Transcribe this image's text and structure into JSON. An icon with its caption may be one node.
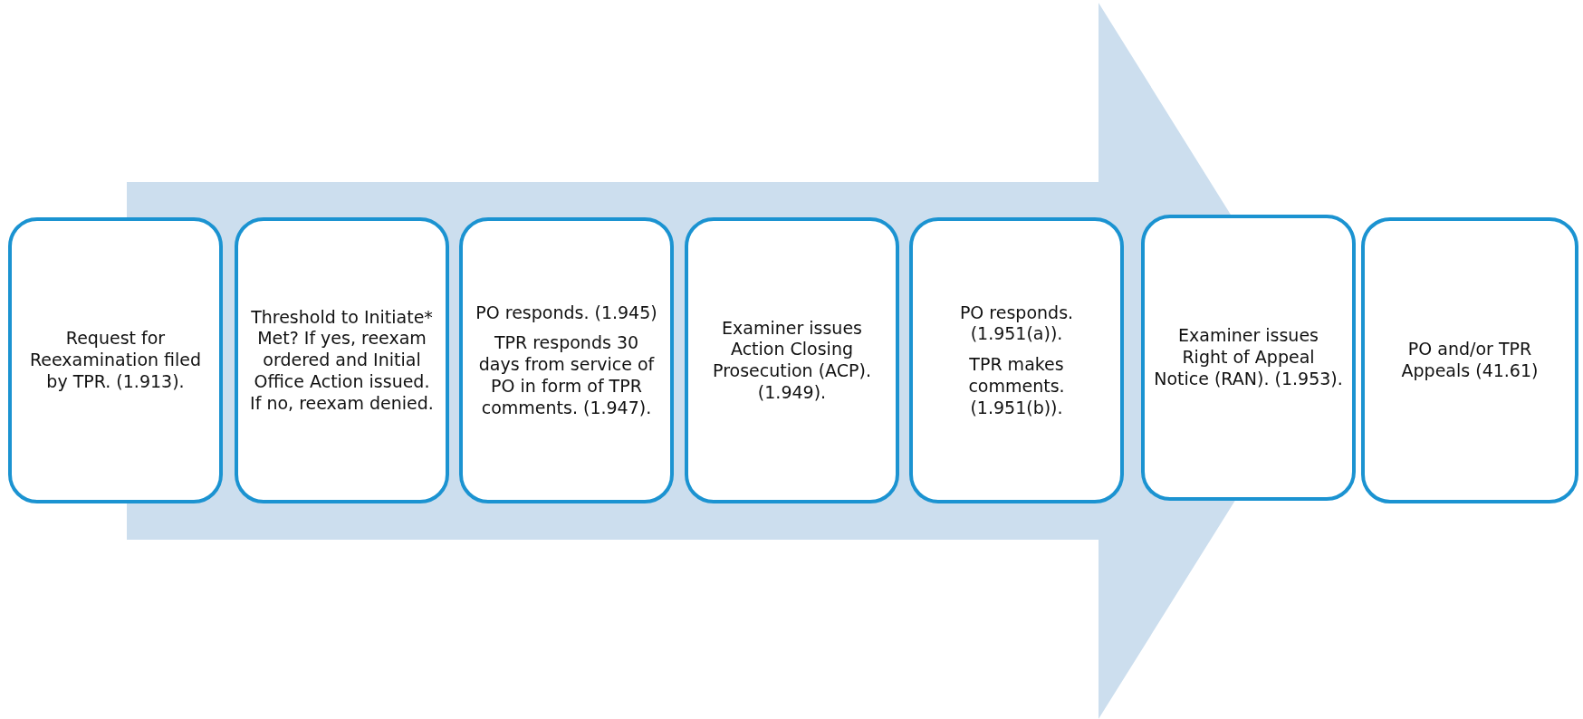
{
  "diagram": {
    "nodes": [
      {
        "text": [
          "Request for Reexamination filed by TPR. (1.913)."
        ]
      },
      {
        "text": [
          "Threshold to Initiate* Met? If yes, reexam ordered and Initial Office Action issued. If no, reexam denied."
        ]
      },
      {
        "text": [
          "PO responds. (1.945)",
          "TPR responds 30 days from service of PO in form of TPR comments. (1.947)."
        ]
      },
      {
        "text": [
          "Examiner issues Action Closing Prosecution (ACP). (1.949)."
        ]
      },
      {
        "text": [
          "PO responds. (1.951(a)).",
          "TPR makes comments. (1.951(b))."
        ]
      },
      {
        "text": [
          "Examiner issues Right of Appeal Notice (RAN). (1.953)."
        ]
      },
      {
        "text": [
          "PO and/or TPR Appeals (41.61)"
        ]
      }
    ]
  }
}
